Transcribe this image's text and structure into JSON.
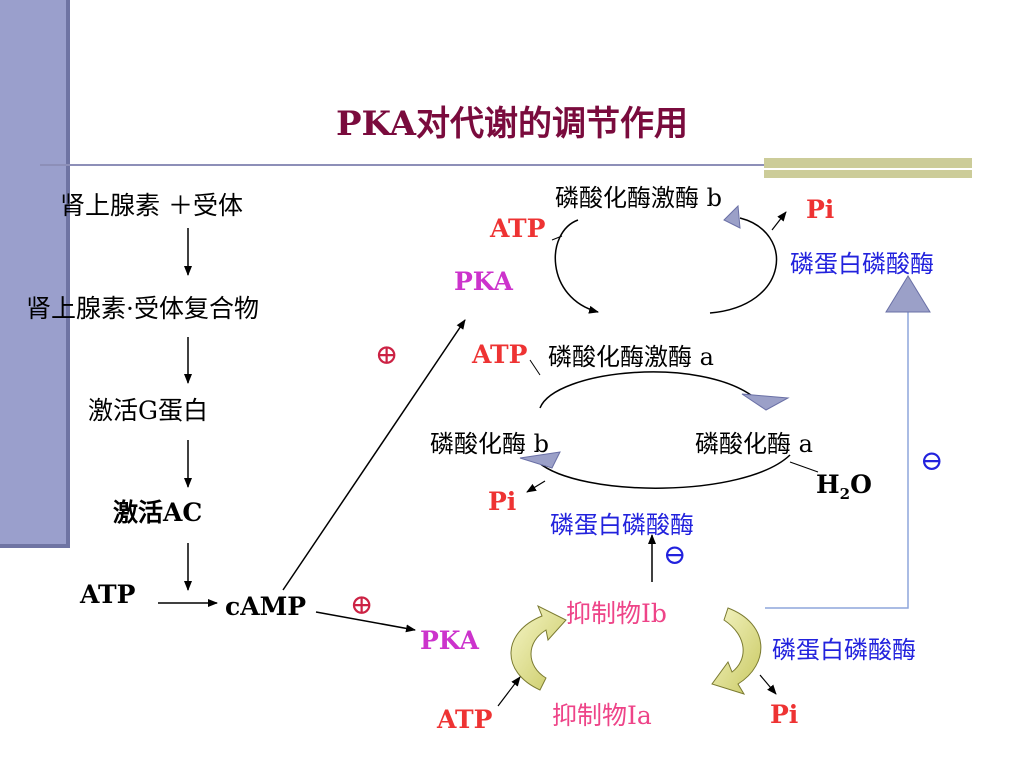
{
  "title": "PKA对代谢的调节作用",
  "cascade": {
    "step1": "肾上腺素 ＋受体",
    "step2": "肾上腺素·受体复合物",
    "step3": "激活G蛋白",
    "step4": "激活AC",
    "atp": "ATP",
    "camp": "cAMP"
  },
  "pka_labels": {
    "upper": "PKA",
    "lower": "PKA"
  },
  "plus_symbols": {
    "upper": "⊕",
    "lower": "⊕"
  },
  "kinase_cycle": {
    "kinase_b": "磷酸化酶激酶 b",
    "kinase_a": "磷酸化酶激酶 a",
    "atp": "ATP",
    "pi": "Pi",
    "phosphatase": "磷蛋白磷酸酶"
  },
  "phosphorylase_cycle": {
    "enzyme_b": "磷酸化酶 b",
    "enzyme_a": "磷酸化酶 a",
    "atp": "ATP",
    "pi": "Pi",
    "water": "H",
    "water_sub": "2",
    "water_tail": "O",
    "phosphatase": "磷蛋白磷酸酶"
  },
  "inhibitor_cycle": {
    "inhibitor_b": "抑制物Ⅰb",
    "inhibitor_a": "抑制物Ⅰa",
    "atp": "ATP",
    "pi": "Pi",
    "phosphatase": "磷蛋白磷酸酶"
  },
  "minus_symbols": {
    "center": "⊖",
    "right": "⊖"
  }
}
